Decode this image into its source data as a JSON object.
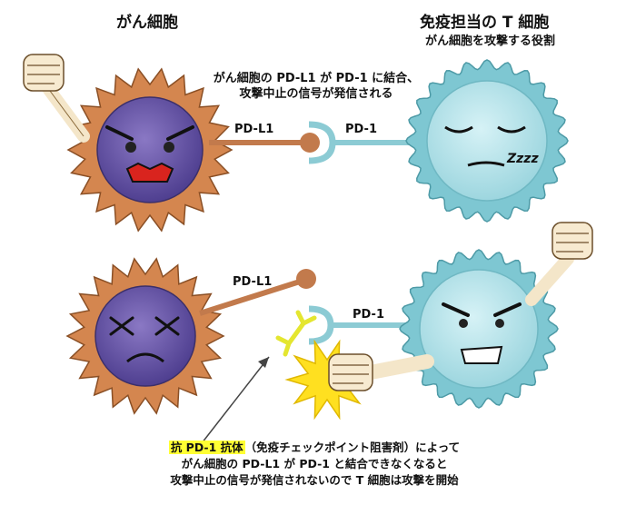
{
  "cancer_title": "がん細胞",
  "tcell_title": "免疫担当の T 細胞",
  "tcell_subtitle": "がん細胞を攻撃する役割",
  "top_caption_line1": "がん細胞の PD-L1 が PD-1 に結合、",
  "top_caption_line2": "攻撃中止の信号が発信される",
  "top_pdl1_label": "PD-L1",
  "top_pd1_label": "PD-1",
  "sleep_label": "Zzzz",
  "bottom_pdl1_label": "PD-L1",
  "bottom_pd1_label": "PD-1",
  "note_highlight": "抗 PD-1 抗体",
  "note_line1_rest": "（免疫チェックポイント阻害剤）によって",
  "note_line2": "がん細胞の PD-L1 が PD-1 と結合できなくなると",
  "note_line3": "攻撃中止の信号が発信されないので T 細胞は攻撃を開始",
  "colors": {
    "cancer_outer": "#d4864f",
    "cancer_inner": "#6b58a8",
    "tcell_outer": "#7ec7d2",
    "tcell_inner": "#b5e3ea",
    "pdl1_stick": "#c27a4c",
    "pd1_receptor": "#8ccbd4",
    "antibody": "#e4e630",
    "burst": "#ffe020",
    "fist": "#f7ead0",
    "highlight": "#ffff33"
  }
}
